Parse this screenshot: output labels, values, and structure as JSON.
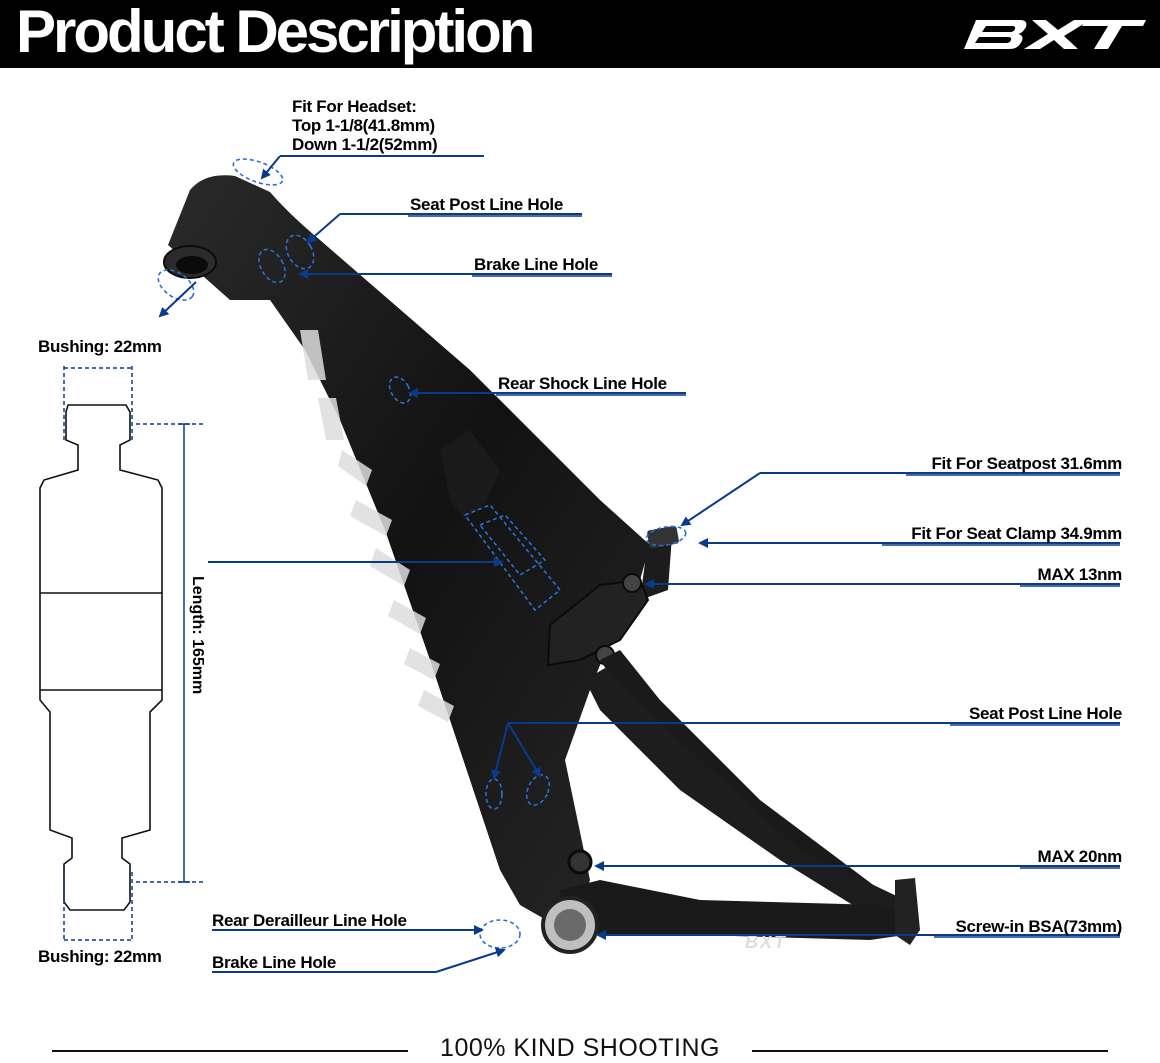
{
  "header": {
    "title": "Product Description",
    "brand": "BXT",
    "bg_color": "#000000",
    "text_color": "#ffffff"
  },
  "headset": {
    "heading": "Fit For Headset:",
    "top": "Top 1-1/8(41.8mm)",
    "down": "Down 1-1/2(52mm)"
  },
  "callouts": {
    "seat_post_line_hole_top": "Seat Post Line Hole",
    "brake_line_hole_top": "Brake Line Hole",
    "rear_shock_line_hole": "Rear Shock Line Hole",
    "fit_seatpost": "Fit For Seatpost 31.6mm",
    "fit_seat_clamp": "Fit For Seat Clamp 34.9mm",
    "max_13": "MAX 13nm",
    "seat_post_line_hole_lower": "Seat Post Line Hole",
    "max_20": "MAX 20nm",
    "screw_in_bsa": "Screw-in BSA(73mm)",
    "rear_derailleur_line_hole": "Rear Derailleur Line Hole",
    "brake_line_hole_bottom": "Brake Line Hole"
  },
  "shock": {
    "bushing_top": "Bushing: 22mm",
    "bushing_bottom": "Bushing: 22mm",
    "length": "Length: 165mm"
  },
  "footer": {
    "text": "100% KIND SHOOTING"
  },
  "colors": {
    "callout_blue": "#0a3a8c",
    "dash_blue": "#2b6fd6",
    "frame": "#1b1b1b"
  }
}
